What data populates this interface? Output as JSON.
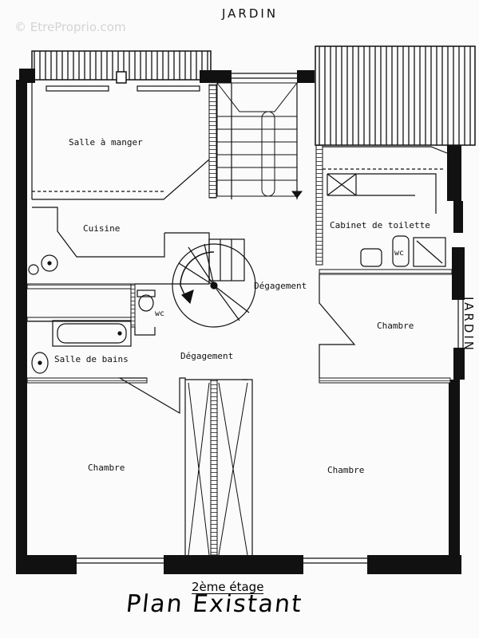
{
  "watermark": "© EtreProprio.com",
  "garden_top": "JARDIN",
  "garden_right": "JARDIN",
  "rooms": {
    "salle_a_manger": "Salle à manger",
    "cuisine": "Cuisine",
    "cabinet_toilette": "Cabinet de toilette",
    "wc_right": "wc",
    "wc_left": "wc",
    "degagement_upper": "Dégagement",
    "degagement_lower": "Dégagement",
    "chambre_right_mid": "Chambre",
    "salle_de_bains": "Salle de bains",
    "chambre_left": "Chambre",
    "chambre_right": "Chambre"
  },
  "floor_label": "2ème étage",
  "plan_title": "Plan Existant"
}
